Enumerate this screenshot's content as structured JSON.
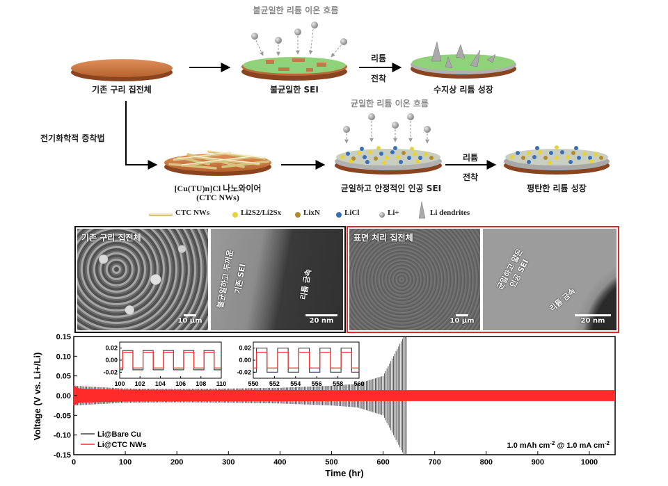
{
  "schematic": {
    "top_flow": {
      "flux_label": "불균일한 리튬 이온 흐름",
      "bare_label": "기존 구리 집전체",
      "nonuniform_sei_label": "불균일한 SEI",
      "deposition_label_1": "리튬",
      "deposition_label_2": "전착",
      "dendrite_label": "수지상 리튬 성장"
    },
    "bottom_flow": {
      "method_label": "전기화학적 증착법",
      "flux_label": "균일한 리튬 이온 흐름",
      "nw_label_1": "[Cu(TU)n]Cl 나노와이어",
      "nw_label_2": "(CTC NWs)",
      "uniform_sei_label": "균일하고 안정적인 인공 SEI",
      "deposition_label_1": "리튬",
      "deposition_label_2": "전착",
      "flat_label": "평탄한 리튬 성장"
    },
    "legend": [
      {
        "icon": "nanowire",
        "label": "CTC NWs"
      },
      {
        "icon": "yellow-dot",
        "label": "Li2S2/Li2Sx",
        "color": "#e8d23a"
      },
      {
        "icon": "brown-dot",
        "label": "LixN",
        "color": "#b38a2a"
      },
      {
        "icon": "blue-dot",
        "label": "LiCl",
        "color": "#3a6fb8"
      },
      {
        "icon": "grey-dot",
        "label": "Li+",
        "color": "#a0a0a0"
      },
      {
        "icon": "spike",
        "label": "Li dendrites"
      }
    ],
    "colors": {
      "copper": "#c8733c",
      "sei_green": "#8fd27a",
      "arrow": "#000000"
    }
  },
  "micrographs": {
    "left_panel": {
      "title": "기존 구리 집전체",
      "sem_scale": "10 μm",
      "tem_scale": "20 nm",
      "tem_label_sei_1": "불균일하고 두꺼운",
      "tem_label_sei_2": "기존 SEI",
      "tem_label_metal": "리튬 금속",
      "border_color": "#111111"
    },
    "right_panel": {
      "title": "표면 처리 집전체",
      "sem_scale": "10 μm",
      "tem_scale": "20 nm",
      "tem_label_sei_1": "균일하고 얇은",
      "tem_label_sei_2": "인공 SEI",
      "tem_label_metal": "리튬 금속",
      "border_color": "#e0252b"
    }
  },
  "chart_data": {
    "type": "line",
    "xlabel": "Time (hr)",
    "ylabel": "Voltage (V vs. Li+/Li)",
    "xlim": [
      0,
      1050
    ],
    "ylim": [
      -0.15,
      0.15
    ],
    "xticks": [
      0,
      100,
      200,
      300,
      400,
      500,
      600,
      700,
      800,
      900,
      1000
    ],
    "yticks": [
      0.15,
      0.1,
      0.05,
      0.0,
      -0.05,
      -0.1,
      -0.15
    ],
    "annotation": "1.0 mAh cm-2 @ 1.0 mA cm-2",
    "series": [
      {
        "name": "Li@Bare Cu",
        "color": "#444444",
        "envelope": [
          [
            0,
            0.025
          ],
          [
            100,
            0.018
          ],
          [
            200,
            0.017
          ],
          [
            300,
            0.018
          ],
          [
            400,
            0.02
          ],
          [
            500,
            0.025
          ],
          [
            550,
            0.03
          ],
          [
            600,
            0.05
          ],
          [
            620,
            0.1
          ],
          [
            640,
            0.15
          ]
        ],
        "end_time": 645
      },
      {
        "name": "Li@CTC NWs",
        "color": "#ff2a2a",
        "envelope": [
          [
            0,
            0.025
          ],
          [
            10,
            0.018
          ],
          [
            100,
            0.015
          ],
          [
            500,
            0.014
          ],
          [
            1050,
            0.014
          ]
        ],
        "end_time": 1050
      }
    ],
    "insets": [
      {
        "xlim": [
          100,
          110
        ],
        "xticks": [
          100,
          102,
          104,
          106,
          108,
          110
        ],
        "ylim": [
          -0.03,
          0.03
        ],
        "yticks": [
          0.02,
          0.0,
          -0.02
        ]
      },
      {
        "xlim": [
          550,
          560
        ],
        "xticks": [
          550,
          552,
          554,
          556,
          558,
          560
        ],
        "ylim": [
          -0.03,
          0.03
        ],
        "yticks": [
          0.02,
          0.0,
          -0.02
        ]
      }
    ]
  }
}
